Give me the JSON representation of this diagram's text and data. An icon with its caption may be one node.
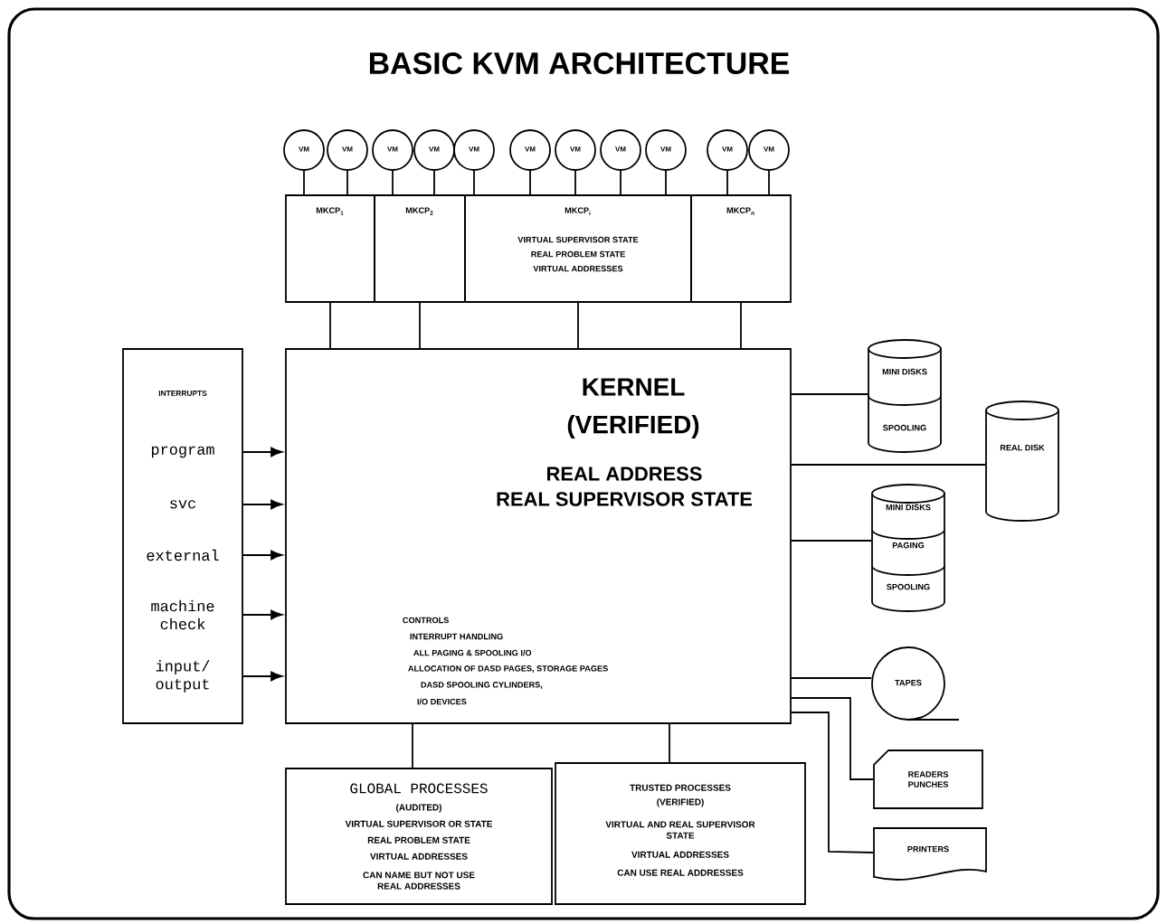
{
  "diagram": {
    "title": "BASIC KVM ARCHITECTURE",
    "nodes": [
      {
        "text": [
          "VM"
        ]
      },
      {
        "text": [
          "VM"
        ]
      },
      {
        "text": [
          "VM"
        ]
      },
      {
        "text": [
          "VM"
        ]
      },
      {
        "text": [
          "VM"
        ]
      },
      {
        "text": [
          "VM"
        ]
      },
      {
        "text": [
          "VM"
        ]
      },
      {
        "text": [
          "VM"
        ]
      },
      {
        "text": [
          "VM"
        ]
      },
      {
        "text": [
          "VM"
        ]
      },
      {
        "text": [
          "VM"
        ]
      },
      {
        "text": [
          "MKCP$_{1}$"
        ]
      },
      {
        "text": [
          "MKCP$_{2}$"
        ]
      },
      {
        "text": [
          "MKCP$_{i}$",
          "VIRTUAL SUPERVISOR STATE",
          "REAL PROBLEM STATE",
          "VIRTUAL ADDRESSES"
        ]
      },
      {
        "text": [
          "MKCP$_{n}$"
        ]
      },
      {
        "text": [
          "INTERRUPTS"
        ]
      },
      {
        "text": [
          "program"
        ],
        "in": 15
      },
      {
        "text": [
          "svc"
        ],
        "in": 15
      },
      {
        "text": [
          "external"
        ],
        "in": 15
      },
      {
        "text": [
          "machine check"
        ],
        "in": 15
      },
      {
        "text": [
          "input/ output"
        ],
        "in": 15
      },
      {
        "text": [
          "KERNEL",
          "(VERIFIED)",
          "REAL ADDRESS",
          "REAL SUPERVISOR STATE",
          "CONTROLS",
          "INTERRUPT HANDLING",
          "ALL PAGING & SPOOLING I/O",
          "ALLOCATION OF DASD PAGES, STORAGE PAGES",
          "DASD SPOOLING CYLINDERS,",
          "I/O DEVICES"
        ]
      },
      {
        "text": [
          "MINI DISKS",
          "SPOOLING"
        ]
      },
      {
        "text": [
          "REAL DISK"
        ]
      },
      {
        "text": [
          "MINI DISKS",
          "PAGING",
          "SPOOLING"
        ]
      },
      {
        "text": [
          "TAPES"
        ]
      },
      {
        "text": [
          "READERS PUNCHES"
        ]
      },
      {
        "text": [
          "PRINTERS"
        ]
      },
      {
        "text": [
          "GLOBAL PROCESSES",
          "(AUDITED)",
          "VIRTUAL SUPERVISOR OR STATE",
          "REAL PROBLEM STATE",
          "VIRTUAL ADDRESSES",
          "CAN NAME BUT NOT USE REAL ADDRESSES"
        ]
      },
      {
        "text": [
          "TRUSTED PROCESSES",
          "(VERIFIED)",
          "VIRTUAL AND REAL SUPERVISOR STATE",
          "VIRTUAL ADDRESSES",
          "CAN USE REAL ADDRESSES"
        ]
      }
    ],
    "edges": [
      {
        "from": 0,
        "to": 11,
        "arrow": "none"
      },
      {
        "from": 1,
        "to": 11,
        "arrow": "none"
      },
      {
        "from": 2,
        "to": 12,
        "arrow": "none"
      },
      {
        "from": 3,
        "to": 12,
        "arrow": "none"
      },
      {
        "from": 4,
        "to": 12,
        "arrow": "none"
      },
      {
        "from": 5,
        "to": 13,
        "arrow": "none"
      },
      {
        "from": 6,
        "to": 13,
        "arrow": "none"
      },
      {
        "from": 7,
        "to": 13,
        "arrow": "none"
      },
      {
        "from": 8,
        "to": 13,
        "arrow": "none"
      },
      {
        "from": 9,
        "to": 14,
        "arrow": "none"
      },
      {
        "from": 10,
        "to": 14,
        "arrow": "none"
      },
      {
        "from": 11,
        "to": 21,
        "arrow": "none"
      },
      {
        "from": 12,
        "to": 21,
        "arrow": "none"
      },
      {
        "from": 13,
        "to": 21,
        "arrow": "none"
      },
      {
        "from": 14,
        "to": 21,
        "arrow": "none"
      },
      {
        "from": 16,
        "to": 21,
        "arrow": "to"
      },
      {
        "from": 17,
        "to": 21,
        "arrow": "to"
      },
      {
        "from": 18,
        "to": 21,
        "arrow": "to"
      },
      {
        "from": 19,
        "to": 21,
        "arrow": "to"
      },
      {
        "from": 20,
        "to": 21,
        "arrow": "to"
      },
      {
        "from": 21,
        "to": 22,
        "arrow": "none"
      },
      {
        "from": 21,
        "to": 23,
        "arrow": "none"
      },
      {
        "from": 21,
        "to": 24,
        "arrow": "none"
      },
      {
        "from": 21,
        "to": 25,
        "arrow": "none"
      },
      {
        "from": 21,
        "to": 26,
        "arrow": "none"
      },
      {
        "from": 21,
        "to": 27,
        "arrow": "none"
      },
      {
        "from": 21,
        "to": 28,
        "arrow": "none"
      },
      {
        "from": 21,
        "to": 29,
        "arrow": "none"
      }
    ]
  }
}
